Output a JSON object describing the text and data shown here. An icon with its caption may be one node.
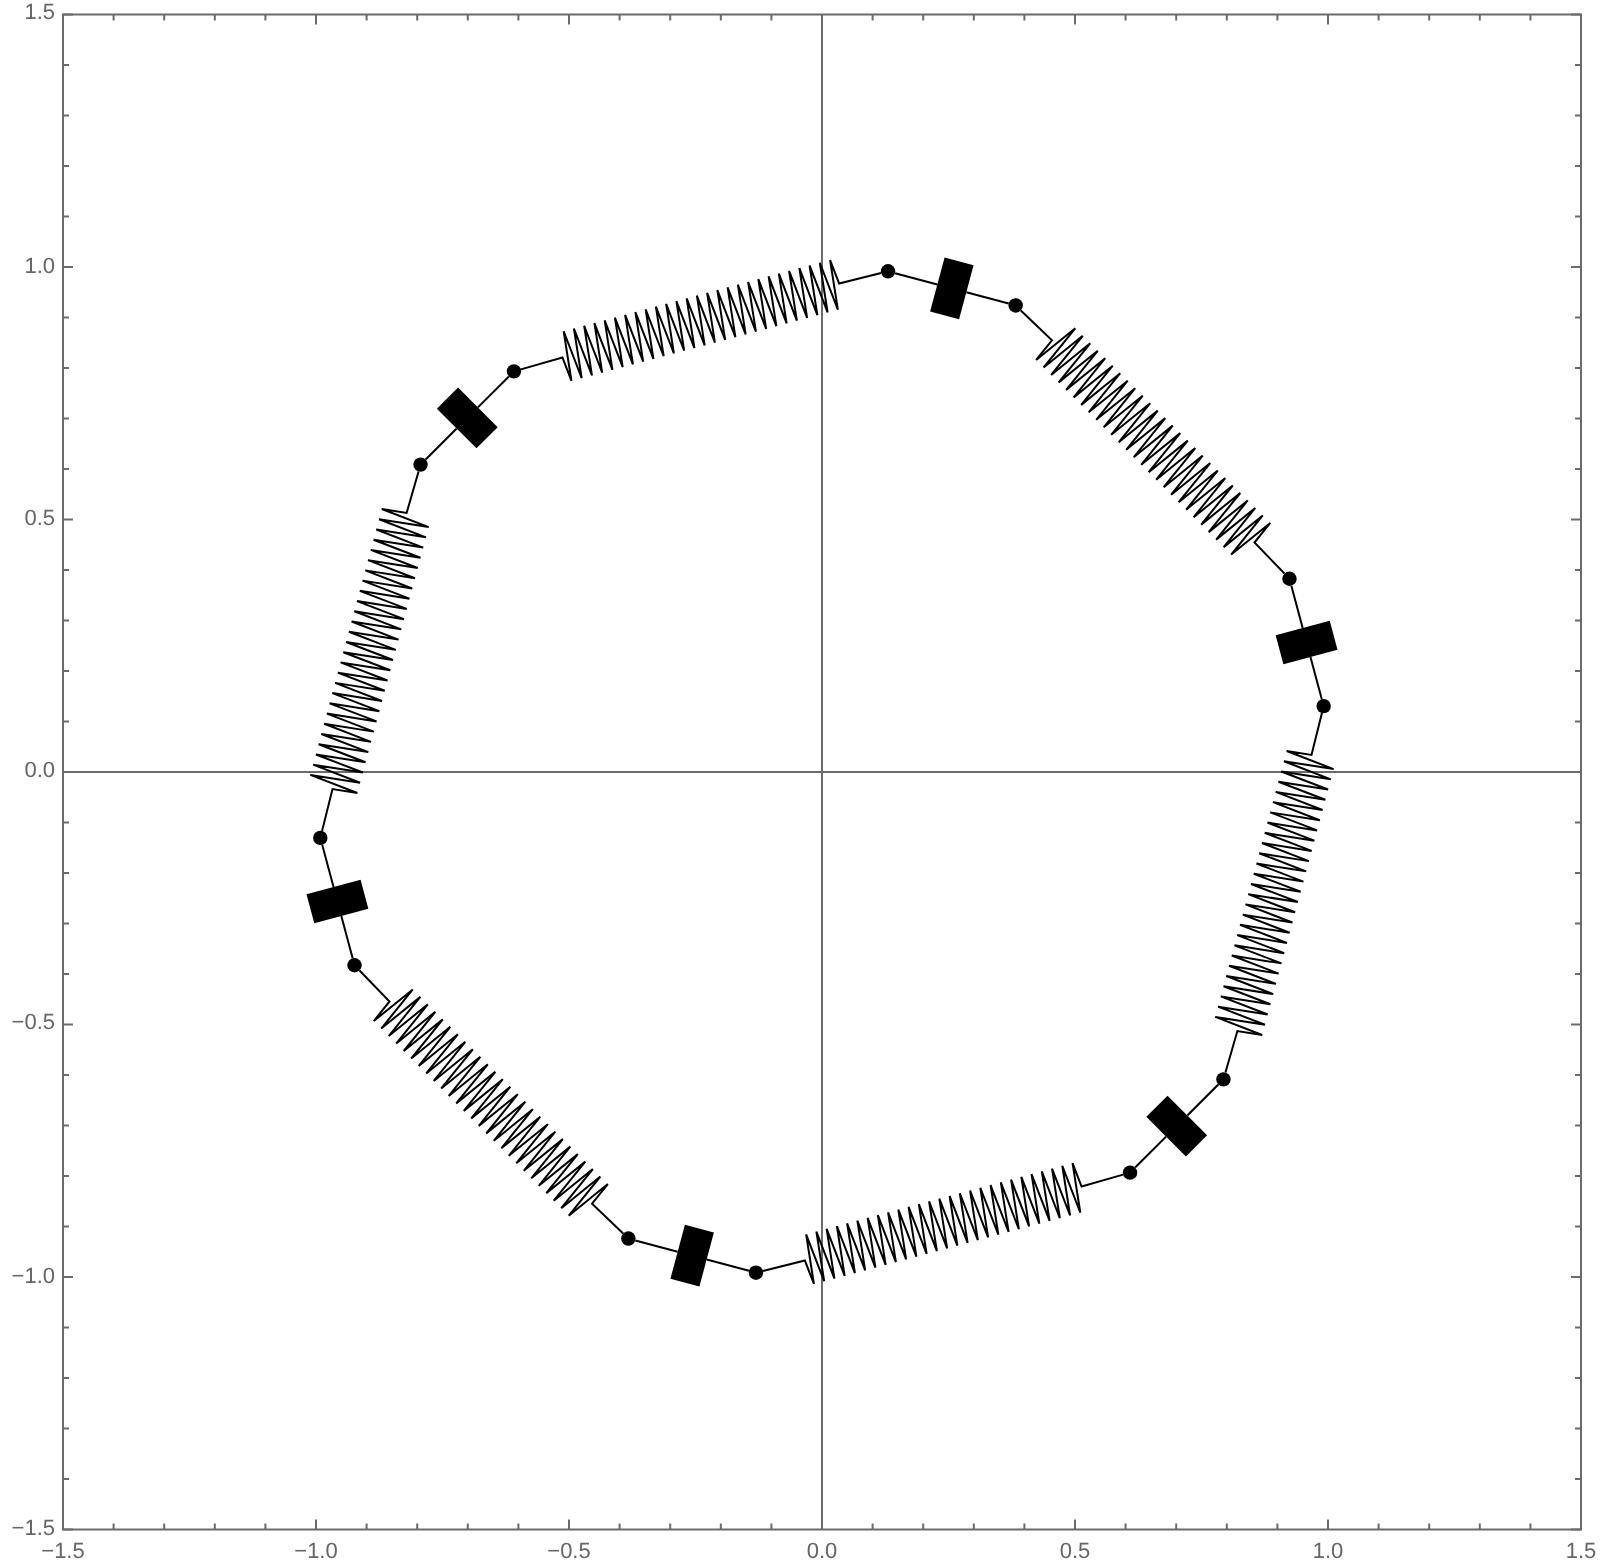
{
  "diagram": {
    "nodes": [
      {
        "text": [],
        "shape": "circle"
      },
      {
        "text": [],
        "shape": "box"
      },
      {
        "text": [],
        "shape": "circle"
      },
      {
        "text": [],
        "shape": "circle"
      },
      {
        "text": [],
        "shape": "box"
      },
      {
        "text": [],
        "shape": "circle"
      },
      {
        "text": [],
        "shape": "circle"
      },
      {
        "text": [],
        "shape": "box"
      },
      {
        "text": [],
        "shape": "circle"
      },
      {
        "text": [],
        "shape": "circle"
      },
      {
        "text": [],
        "shape": "box"
      },
      {
        "text": [],
        "shape": "circle"
      },
      {
        "text": [],
        "shape": "circle"
      },
      {
        "text": [],
        "shape": "box"
      },
      {
        "text": [],
        "shape": "circle"
      },
      {
        "text": [],
        "shape": "circle"
      },
      {
        "text": [],
        "shape": "box"
      },
      {
        "text": [],
        "shape": "circle"
      }
    ],
    "edges": [
      {
        "from": 0,
        "to": 1,
        "arrow": "none"
      },
      {
        "from": 1,
        "to": 2,
        "arrow": "none"
      },
      {
        "from": 2,
        "to": 3,
        "arrow": "none"
      },
      {
        "from": 3,
        "to": 4,
        "arrow": "none"
      },
      {
        "from": 4,
        "to": 5,
        "arrow": "none"
      },
      {
        "from": 5,
        "to": 6,
        "arrow": "none"
      },
      {
        "from": 6,
        "to": 7,
        "arrow": "none"
      },
      {
        "from": 7,
        "to": 8,
        "arrow": "none"
      },
      {
        "from": 8,
        "to": 9,
        "arrow": "none"
      },
      {
        "from": 9,
        "to": 10,
        "arrow": "none"
      },
      {
        "from": 10,
        "to": 11,
        "arrow": "none"
      },
      {
        "from": 11,
        "to": 12,
        "arrow": "none"
      },
      {
        "from": 12,
        "to": 13,
        "arrow": "none"
      },
      {
        "from": 13,
        "to": 14,
        "arrow": "none"
      },
      {
        "from": 14,
        "to": 15,
        "arrow": "none"
      },
      {
        "from": 15,
        "to": 16,
        "arrow": "none"
      },
      {
        "from": 16,
        "to": 17,
        "arrow": "none"
      },
      {
        "from": 17,
        "to": 0,
        "arrow": "none"
      }
    ],
    "labels": [
      "1.5",
      "1.0",
      "0.5",
      "0.0",
      "−0.5",
      "−1.0",
      "−1.5",
      "−1.5",
      "−1.0",
      "−0.5",
      "0.0",
      "0.5",
      "1.0",
      "1.5"
    ]
  }
}
